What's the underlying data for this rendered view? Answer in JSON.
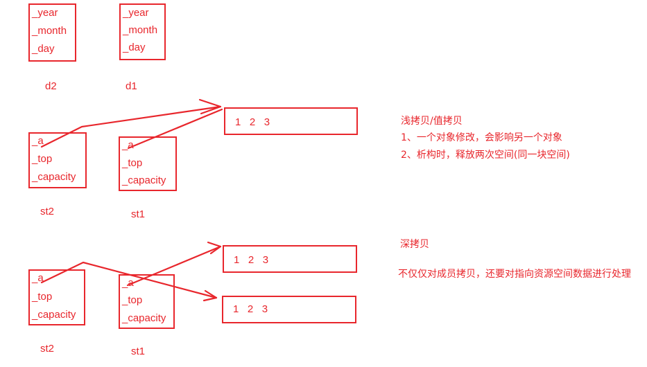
{
  "date_d2": {
    "fields": [
      "_year",
      "_month",
      "_day"
    ],
    "label": "d2"
  },
  "date_d1": {
    "fields": [
      "_year",
      "_month",
      "_day"
    ],
    "label": "d1"
  },
  "shallow": {
    "st2": {
      "fields": [
        "_a",
        "_top",
        "_capacity"
      ],
      "label": "st2"
    },
    "st1": {
      "fields": [
        "_a",
        "_top",
        "_capacity"
      ],
      "label": "st1"
    },
    "array_values": "1   2   3",
    "notes": {
      "title": "浅拷贝/值拷贝",
      "line1": "1、一个对象修改，会影响另一个对象",
      "line2": "2、析构时，释放两次空间(同一块空间)"
    }
  },
  "deep": {
    "st2": {
      "fields": [
        "_a",
        "_top",
        "_capacity"
      ],
      "label": "st2"
    },
    "st1": {
      "fields": [
        "_a",
        "_top",
        "_capacity"
      ],
      "label": "st1"
    },
    "array1_values": "1   2   3",
    "array2_values": "1   2   3",
    "notes": {
      "title": "深拷贝",
      "line1": "不仅仅对成员拷贝，还要对指向资源空间数据进行处理"
    }
  },
  "colors": {
    "ink": "#e8262c",
    "background": "#ffffff"
  }
}
